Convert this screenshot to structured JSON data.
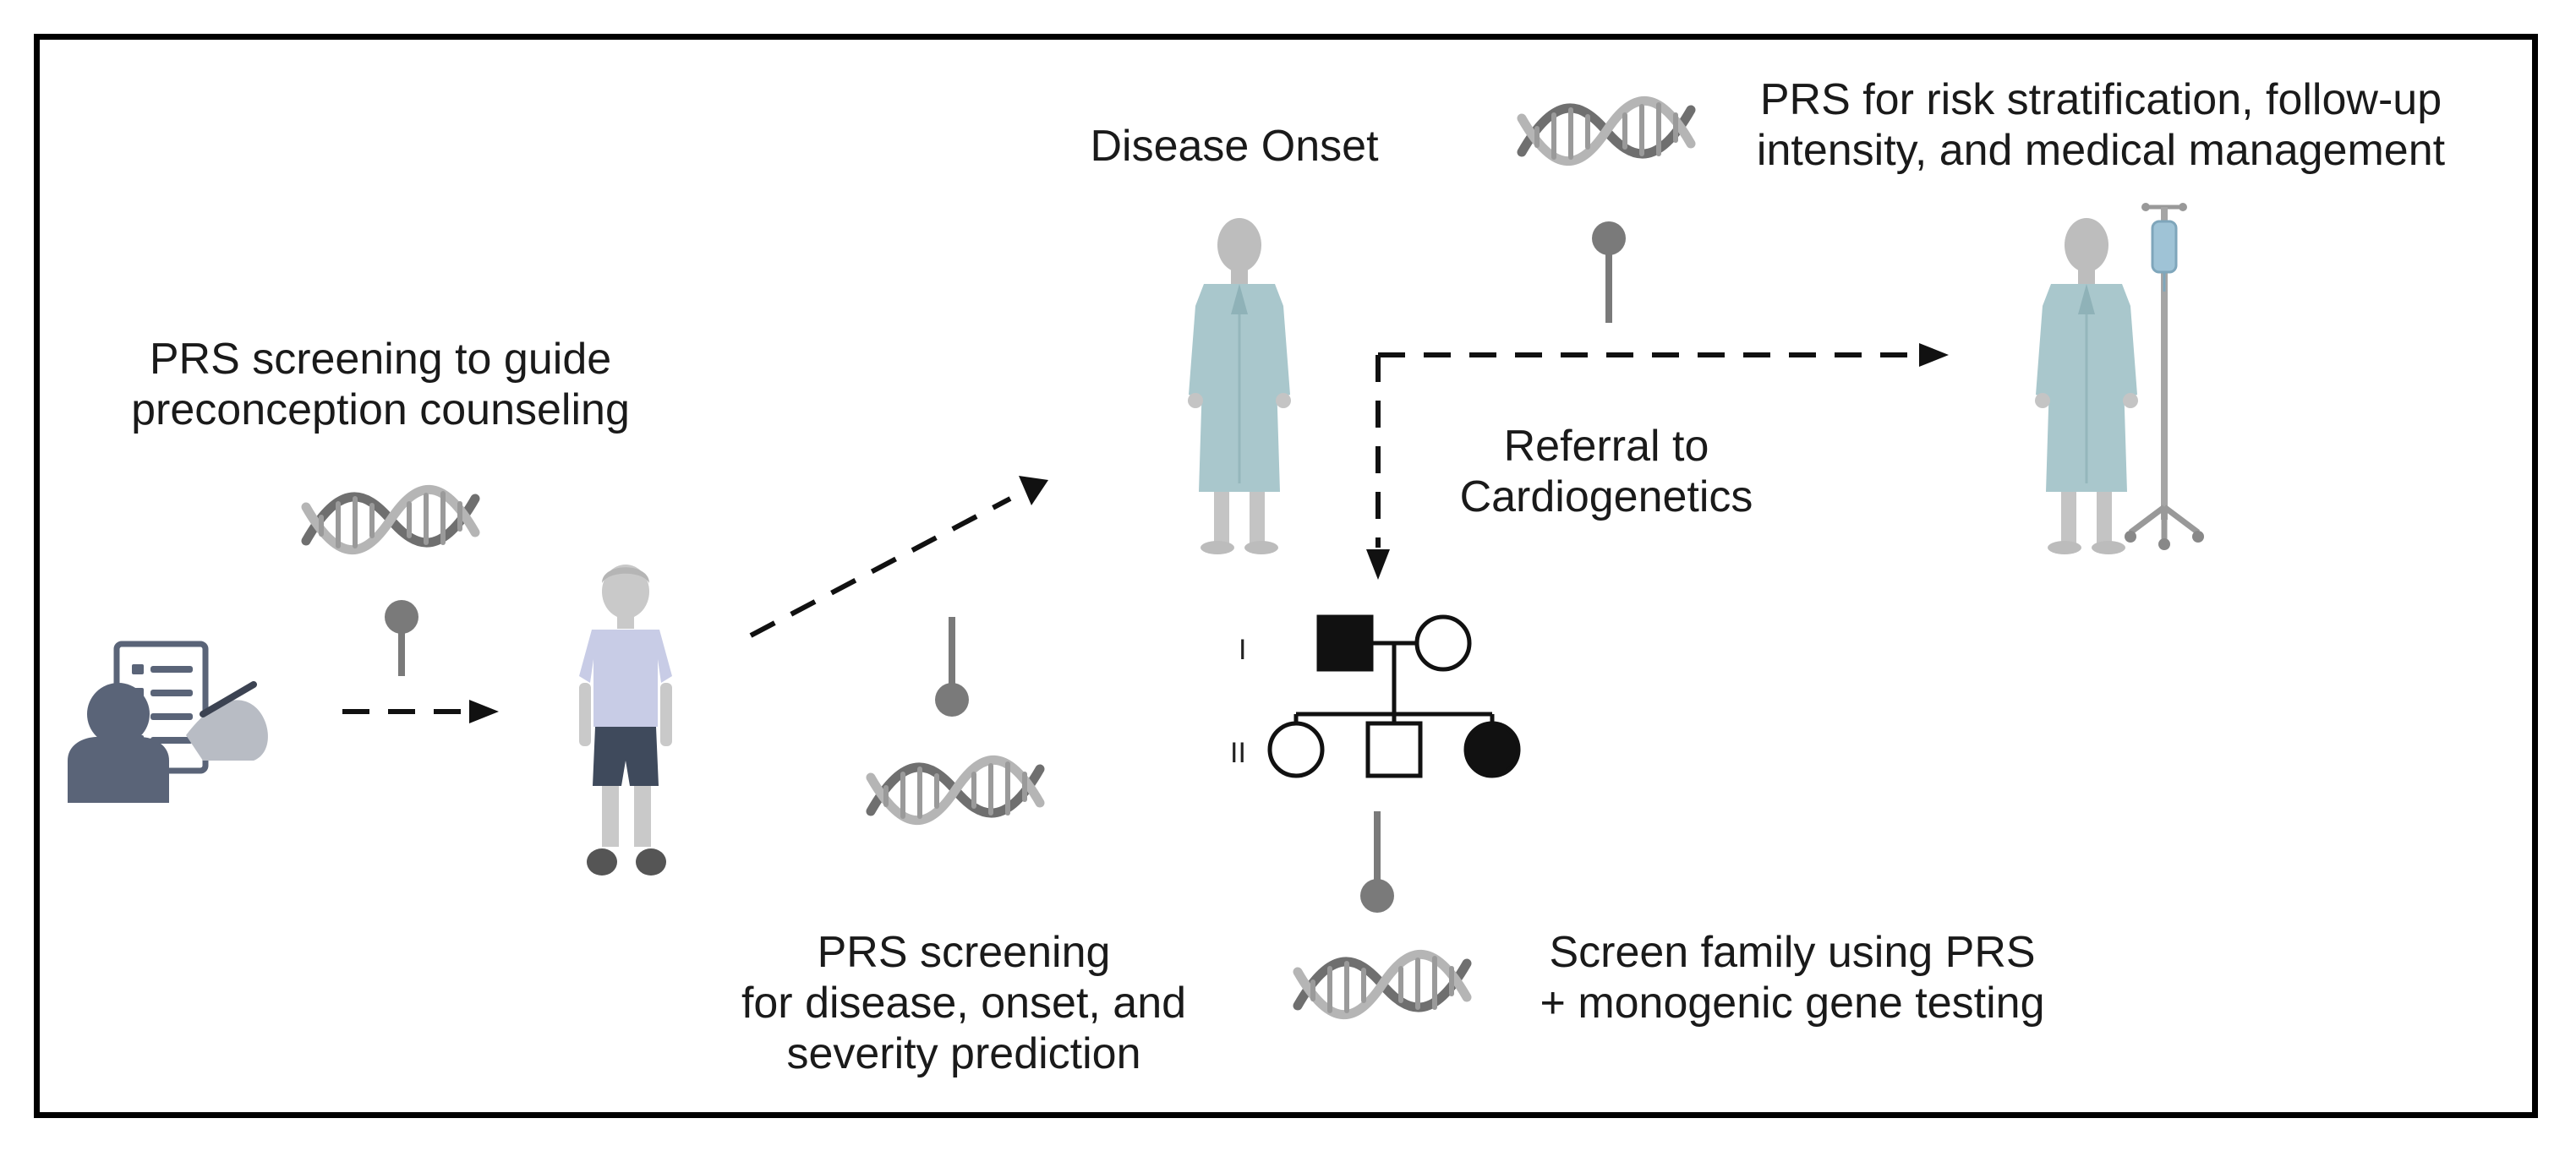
{
  "labels": {
    "preconception": [
      "PRS screening to guide",
      "preconception counseling"
    ],
    "disease_onset": "Disease Onset",
    "risk_stratification": [
      "PRS for risk stratification, follow-up",
      "intensity, and medical management"
    ],
    "referral": [
      "Referral to",
      "Cardiogenetics"
    ],
    "prediction": [
      "PRS screening",
      "for disease, onset, and",
      "severity prediction"
    ],
    "family_screen": [
      "Screen family using PRS",
      "+ monogenic gene testing"
    ]
  },
  "pedigree": {
    "generations": [
      "I",
      "II"
    ]
  },
  "colors": {
    "gown": "#a9c7cc",
    "skin": "#c9c9c9",
    "dna_dark": "#6f6f6f",
    "dna_light": "#b5b5b5",
    "person_dark": "#5a6478",
    "pin": "#7a7a7a"
  }
}
